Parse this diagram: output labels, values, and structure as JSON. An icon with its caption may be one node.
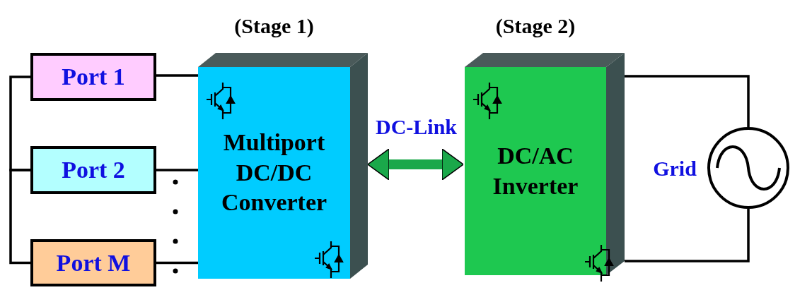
{
  "diagram": {
    "nodes": [
      {
        "text": [
          "Port 1"
        ]
      },
      {
        "text": [
          "Port 2"
        ]
      },
      {
        "text": [
          "Port M"
        ]
      },
      {
        "text": [
          "Multiport DC/DC Converter"
        ],
        "beside": [
          "(Stage 1)"
        ]
      },
      {
        "text": [
          "DC/AC Inverter"
        ],
        "beside": [
          "(Stage 2)"
        ]
      },
      {
        "text": [],
        "shape": "circle",
        "beside": [
          "Grid"
        ]
      }
    ],
    "edges": [
      {
        "from": 0,
        "to": 1,
        "arrow": "none"
      },
      {
        "from": 1,
        "to": 2,
        "arrow": "none"
      },
      {
        "from": 0,
        "to": 3,
        "arrow": "none"
      },
      {
        "from": 1,
        "to": 3,
        "arrow": "none"
      },
      {
        "from": 2,
        "to": 3,
        "arrow": "none"
      },
      {
        "from": 3,
        "to": 4,
        "arrow": "both",
        "label": "DC-Link",
        "style": "thick",
        "color": "#1aa84a"
      },
      {
        "from": 4,
        "to": 5,
        "arrow": "none"
      },
      {
        "from": 4,
        "to": 5,
        "arrow": "none"
      }
    ]
  }
}
